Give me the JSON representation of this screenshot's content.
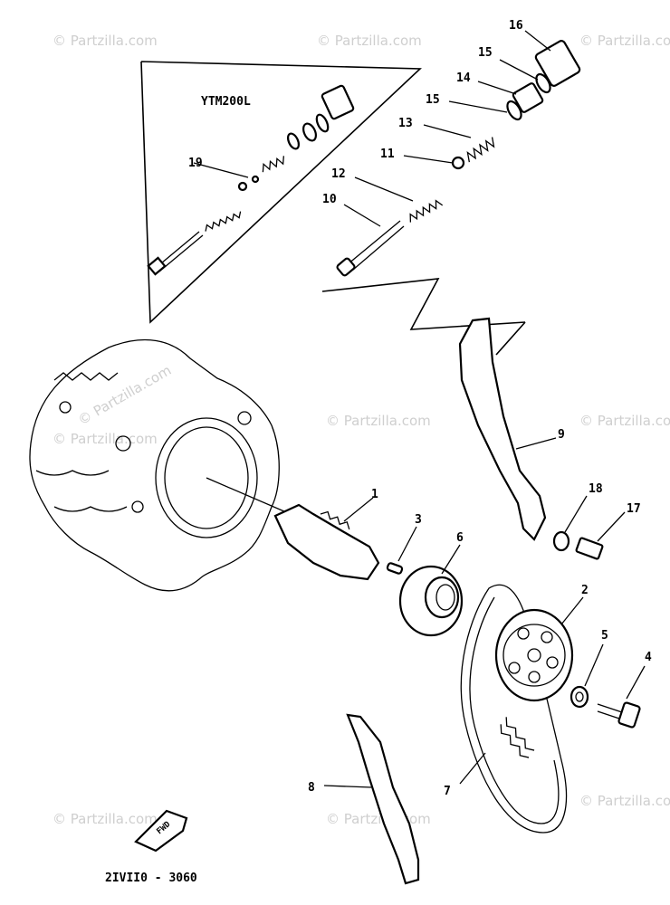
{
  "watermark": "© Partzilla.com",
  "inset_label": "YTM200L",
  "drawing_code": "2IVII0 - 3060",
  "fwd_label": "FWD",
  "callouts": {
    "p1": "1",
    "p2": "2",
    "p3": "3",
    "p4": "4",
    "p5": "5",
    "p6": "6",
    "p7": "7",
    "p8": "8",
    "p9": "9",
    "p10": "10",
    "p11": "11",
    "p12": "12",
    "p13": "13",
    "p14": "14",
    "p15a": "15",
    "p15b": "15",
    "p16": "16",
    "p17": "17",
    "p18": "18",
    "p19": "19"
  }
}
